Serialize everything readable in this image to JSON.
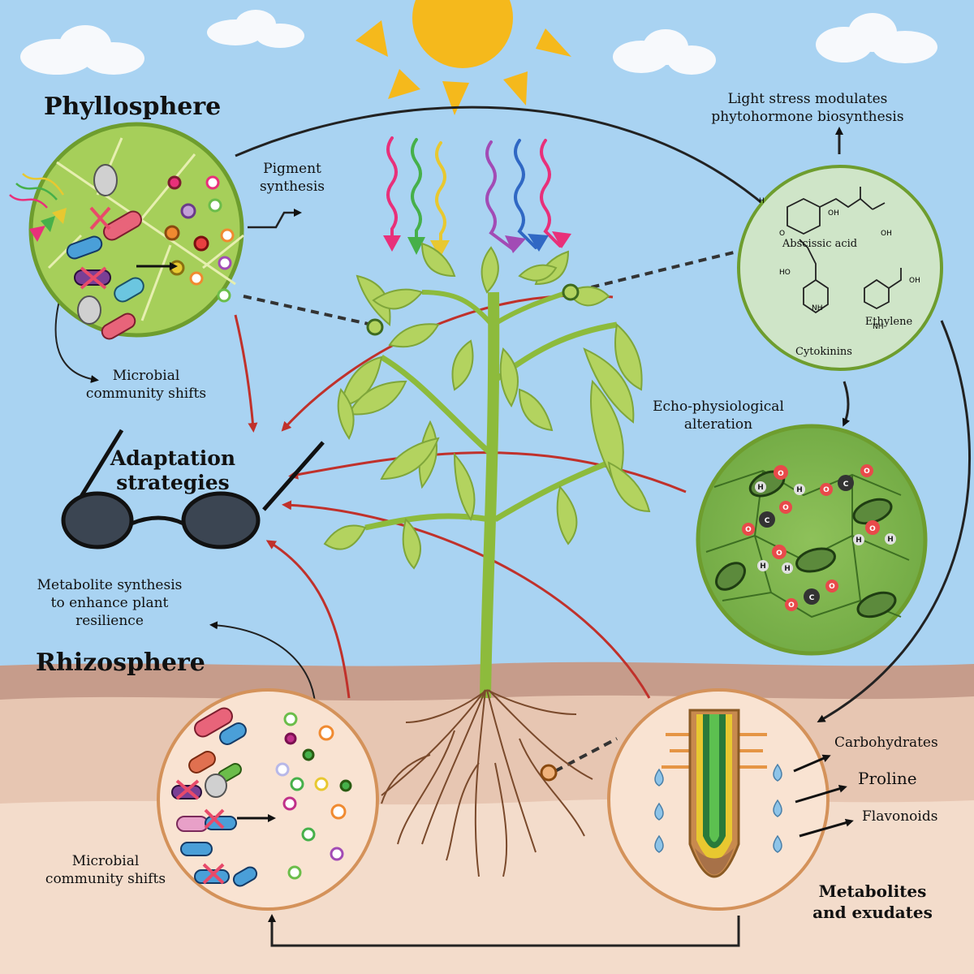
{
  "regions": {
    "phyllosphere": "Phyllosphere",
    "rhizosphere": "Rhizosphere",
    "adaptation_line1": "Adaptation",
    "adaptation_line2": "strategies"
  },
  "labels": {
    "pigment_line1": "Pigment",
    "pigment_line2": "synthesis",
    "microbial_top_line1": "Microbial",
    "microbial_top_line2": "community shifts",
    "light_stress_line1": "Light stress modulates",
    "light_stress_line2": "phytohormone biosynthesis",
    "echo_line1": "Echo-physiological",
    "echo_line2": "alteration",
    "metabolite_line1": "Metabolite synthesis",
    "metabolite_line2": "to enhance plant",
    "metabolite_line3": "resilience",
    "microbial_bottom_line1": "Microbial",
    "microbial_bottom_line2": "community shifts",
    "metabolites_line1": "Metabolites",
    "metabolites_line2": "and exudates",
    "carbohydrates": "Carbohydrates",
    "proline": "Proline",
    "flavonoids": "Flavonoids"
  },
  "hormones": {
    "abscissic_acid": "Abscissic acid",
    "cytokinins": "Cytokinins",
    "ethylene": "Ethylene"
  },
  "atoms": {
    "oxygen": "O",
    "hydrogen": "H",
    "carbon": "C",
    "nitrogen": "N",
    "hydroxyl": "OH",
    "amine": "NH",
    "acid": "HO"
  },
  "colors": {
    "sky": "#a9d3f2",
    "sun": "#f5b91c",
    "soil_top": "#c69c8b",
    "soil_mid": "#e7c6b2",
    "soil_bottom": "#f3dccb",
    "leaf": "#b3d35f",
    "leaf_dark": "#6e9d2e",
    "stem": "#8dbb3c",
    "root": "#7a4a2c",
    "adaptation_arrow": "#c0312b",
    "glasses_lens": "#3b4552"
  },
  "icons": [
    "sun-icon",
    "cloud-icon",
    "light-wave-icon",
    "glasses-icon",
    "bacteria-icon",
    "water-drop-icon",
    "stomata-icon",
    "molecule-icon",
    "root-tip-icon",
    "leaf-icon"
  ]
}
